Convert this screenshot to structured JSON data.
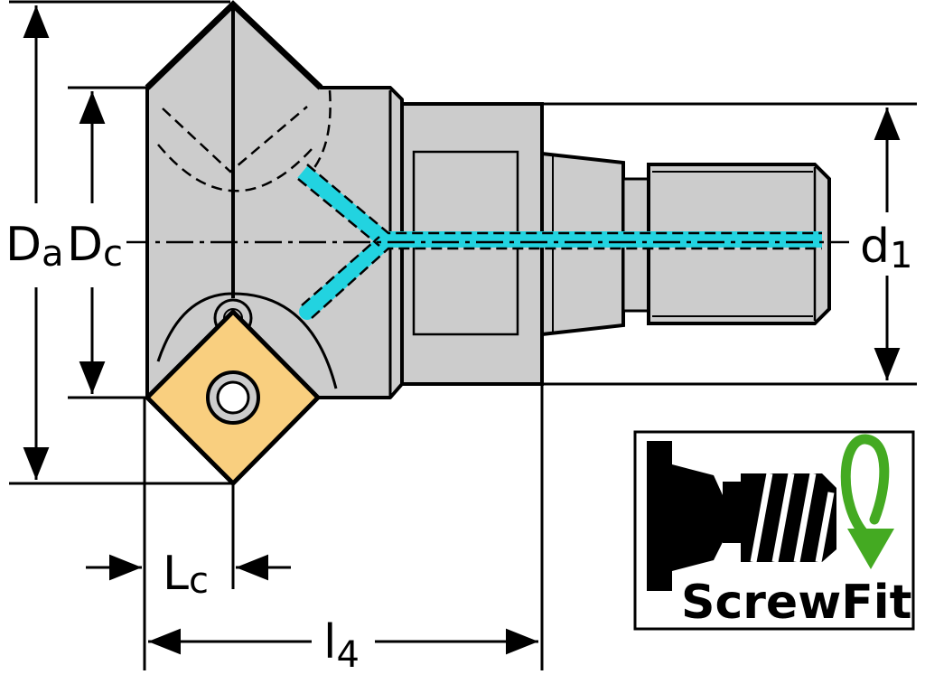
{
  "labels": {
    "da_main": "D",
    "da_sub": "a",
    "dc_main": "D",
    "dc_sub": "c",
    "d1_main": "d",
    "d1_sub": "1",
    "lc_main": "L",
    "lc_sub": "c",
    "l4_main": "l",
    "l4_sub": "4"
  },
  "logo": {
    "text": "ScrewFit",
    "icon": "screwfit-thread-icon",
    "arrow_icon": "rotate-arrow-icon"
  },
  "colors": {
    "body": "#cccccc",
    "insert": "#f9cf7f",
    "coolant": "#22d3e0",
    "outline": "#000000",
    "logo_arrow": "#44aa22"
  }
}
